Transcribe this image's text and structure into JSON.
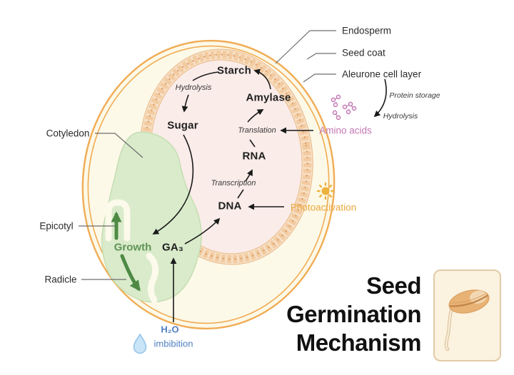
{
  "title": {
    "line1": "Seed",
    "line2": "Germination",
    "line3": "Mechanism"
  },
  "labels": {
    "endosperm": "Endosperm",
    "seed_coat": "Seed coat",
    "aleurone": "Aleurone cell layer",
    "protein_storage": "Protein storage",
    "hydrolysis_outer": "Hydrolysis",
    "amino_acids": "Amino acids",
    "photoactivation": "Photoactivation",
    "cotyledon": "Cotyledon",
    "epicotyl": "Epicotyl",
    "radicle": "Radicle",
    "starch": "Starch",
    "hydrolysis_inner": "Hydrolysis",
    "sugar": "Sugar",
    "amylase": "Amylase",
    "translation": "Translation",
    "rna": "RNA",
    "transcription": "Transcription",
    "dna": "DNA",
    "ga3": "GA₃",
    "growth": "Growth",
    "h2o": "H₂O",
    "imbibition": "imbibition"
  },
  "icons": {
    "amino_acids": "molecule-cluster-icon",
    "photoactivation": "sun-icon",
    "h2o": "water-droplet-icon",
    "legend": "germinating-seed-icon"
  },
  "colors": {
    "seed_coat": "#F0AC55",
    "seed_fill": "#FDF9E8",
    "endosperm_fill": "#FAECE9",
    "aleurone_band": "#F2CBA1",
    "cotyledon_fill": "#D9EBCB",
    "growth_green": "#5F9455",
    "arrow_green": "#4E8A44",
    "amino_pink": "#C478B4",
    "photo_orange": "#E9A83E",
    "h2o_blue": "#4E7FC1",
    "text_black": "#1F1F1F"
  }
}
